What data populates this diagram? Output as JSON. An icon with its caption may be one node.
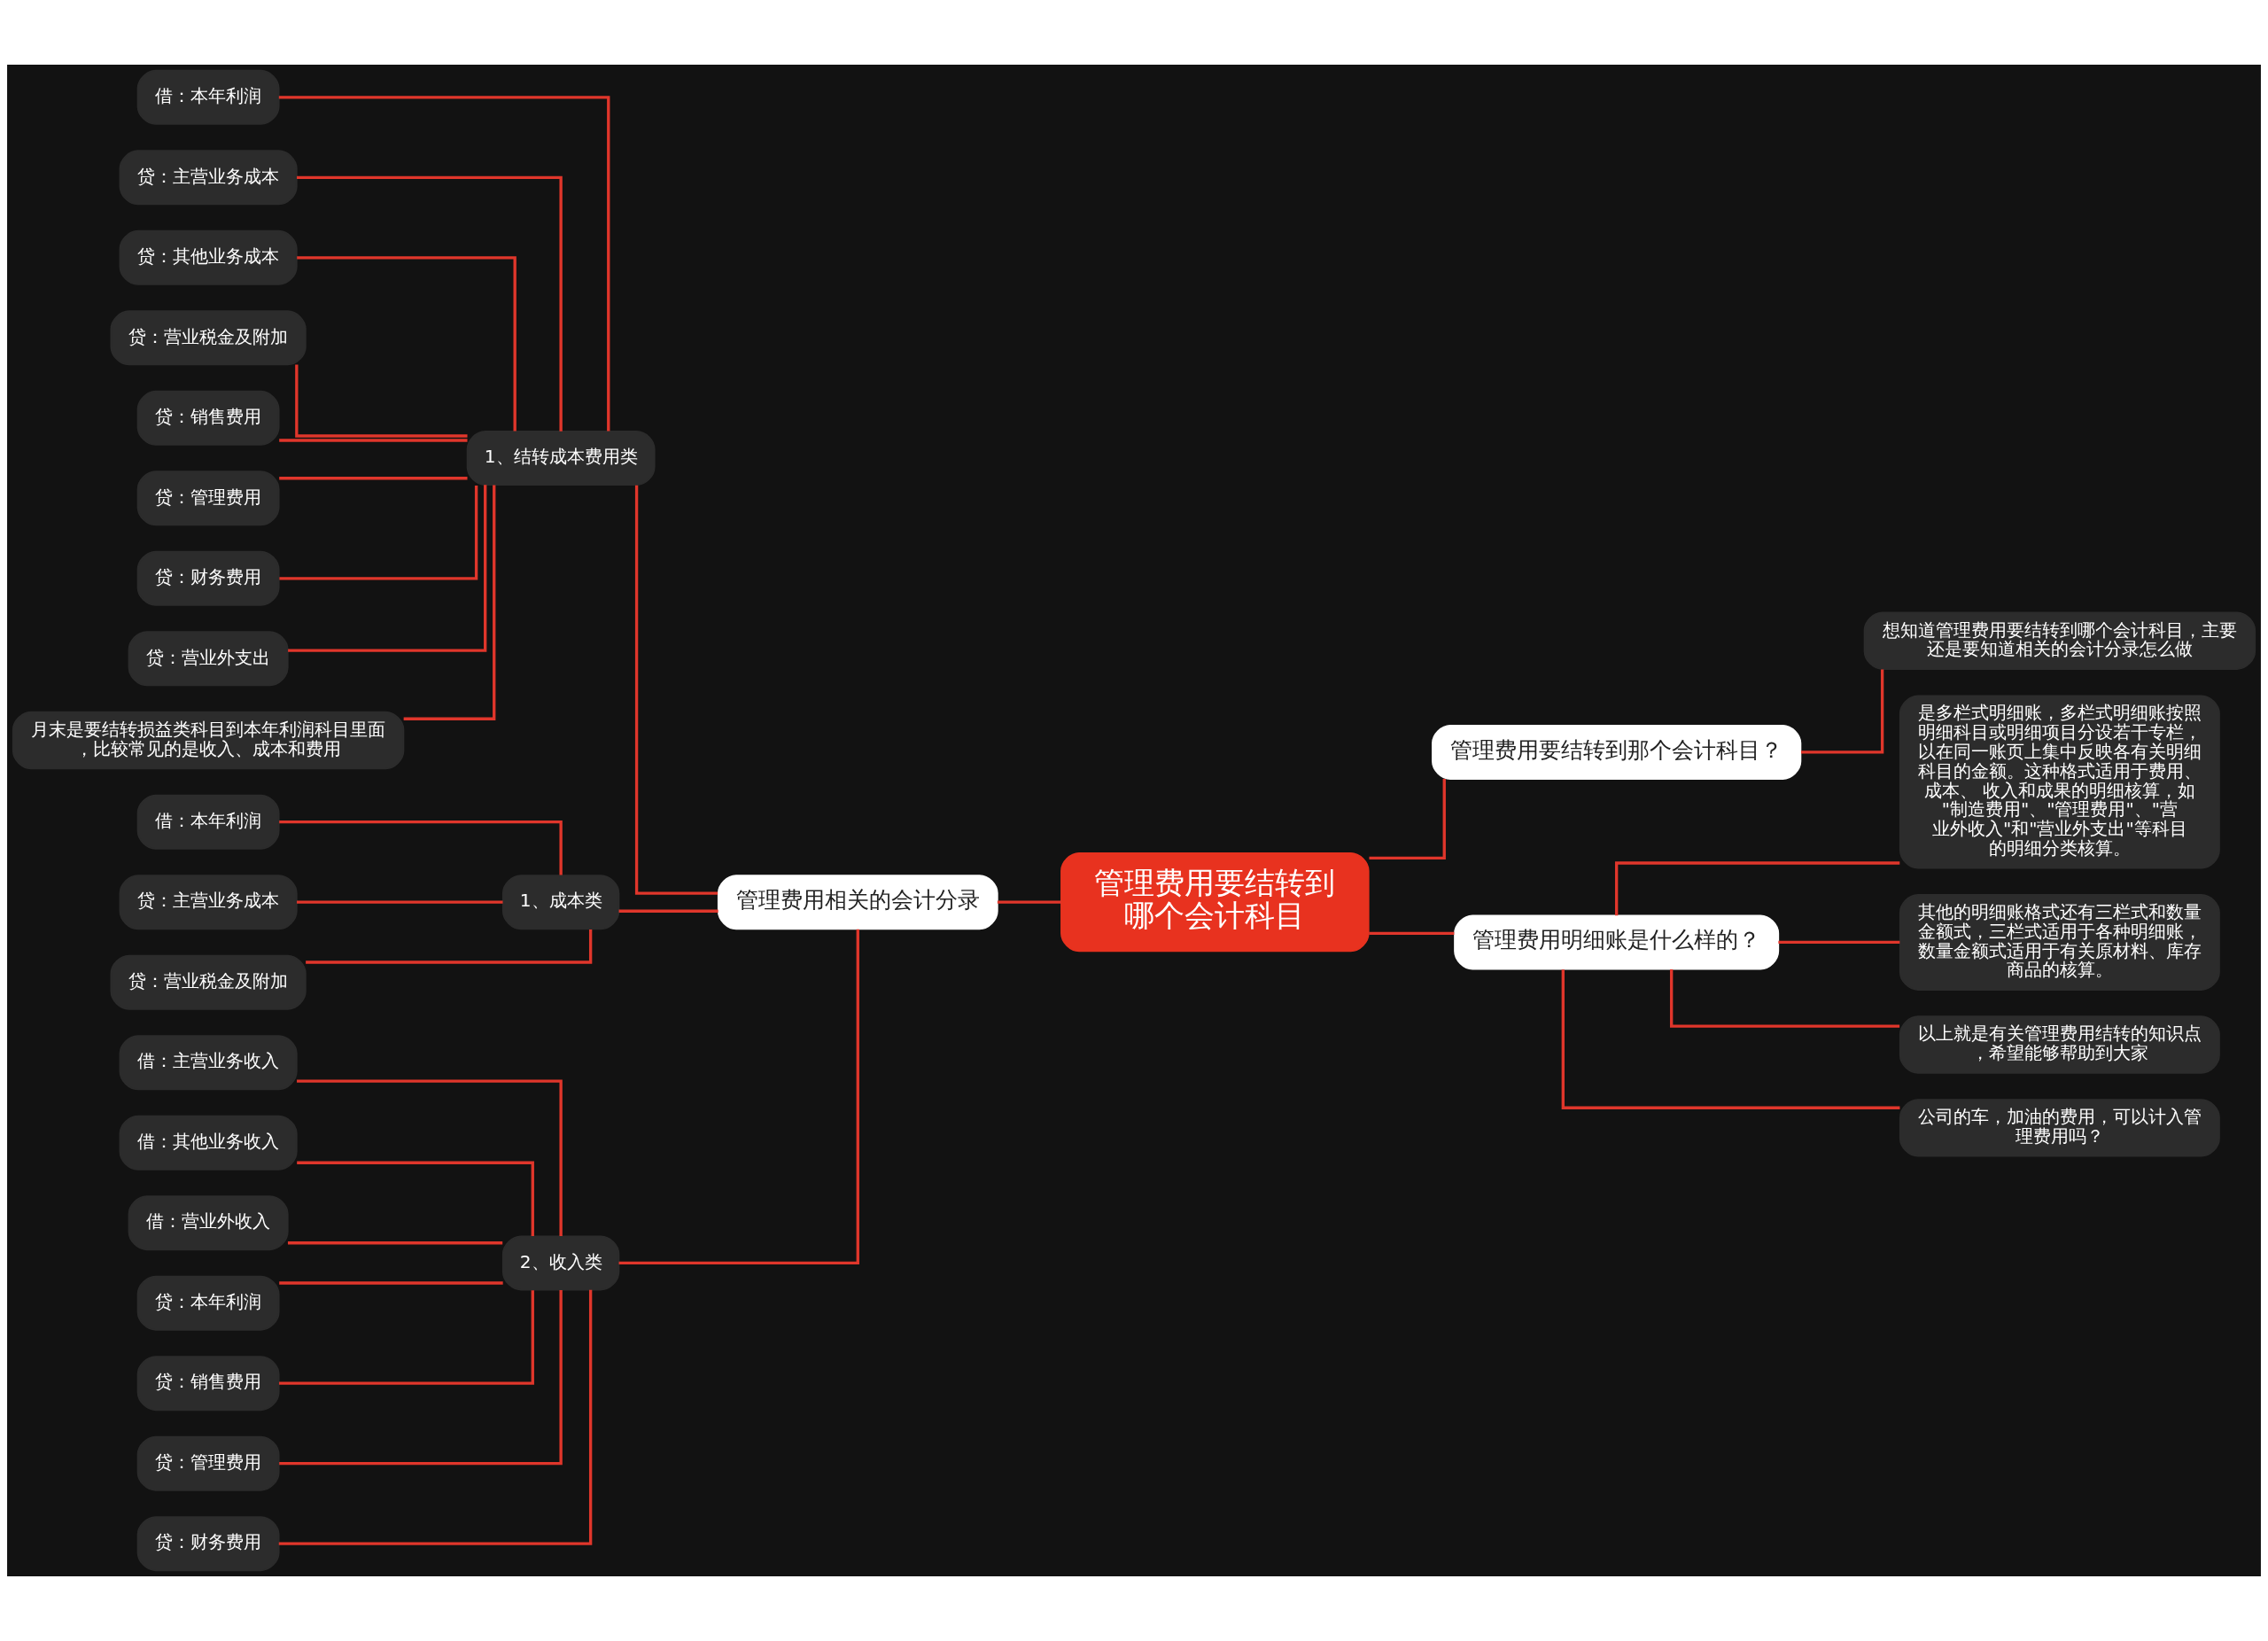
{
  "diagram": {
    "nodes": [
      {
        "text": [
          "管理费用要结转到哪个会计科目"
        ]
      },
      {
        "text": [
          "管理费用相关的会计分录"
        ]
      },
      {
        "text": [
          "1、结转成本费用类"
        ]
      },
      {
        "text": [
          "借：本年利润"
        ]
      },
      {
        "text": [
          "贷：主营业务成本"
        ]
      },
      {
        "text": [
          "贷：其他业务成本"
        ]
      },
      {
        "text": [
          "贷：营业税金及附加"
        ]
      },
      {
        "text": [
          "贷：销售费用"
        ]
      },
      {
        "text": [
          "贷：管理费用"
        ]
      },
      {
        "text": [
          "贷：财务费用"
        ]
      },
      {
        "text": [
          "贷：营业外支出"
        ]
      },
      {
        "text": [
          "月末是要结转损益类科目到本年利润科目里面，比较常见的是收入、成本和费用"
        ]
      },
      {
        "text": [
          "1、成本类"
        ]
      },
      {
        "text": [
          "借：本年利润"
        ]
      },
      {
        "text": [
          "贷：主营业务成本"
        ]
      },
      {
        "text": [
          "贷：营业税金及附加"
        ]
      },
      {
        "text": [
          "2、收入类"
        ]
      },
      {
        "text": [
          "借：主营业务收入"
        ]
      },
      {
        "text": [
          "借：其他业务收入"
        ]
      },
      {
        "text": [
          "借：营业外收入"
        ]
      },
      {
        "text": [
          "贷：本年利润"
        ]
      },
      {
        "text": [
          "贷：销售费用"
        ]
      },
      {
        "text": [
          "贷：管理费用"
        ]
      },
      {
        "text": [
          "贷：财务费用"
        ]
      },
      {
        "text": [
          "管理费用要结转到那个会计科目？"
        ]
      },
      {
        "text": [
          "想知道管理费用要结转到哪个会计科目，主要还是要知道相关的会计分录怎么做"
        ]
      },
      {
        "text": [
          "管理费用明细账是什么样的？"
        ]
      },
      {
        "text": [
          "是多栏式明细账，多栏式明细账按照明细科目或明细项目分设若干专栏，以在同一账页上集中反映各有关明细科目的金额。这种格式适用于费用、成本、 收入和成果的明细核算，如\"制造费用\"、\"管理费用\"、\"营业外收入\"和\"营业外支出\"等科目的明细分类核算。"
        ]
      },
      {
        "text": [
          "其他的明细账格式还有三栏式和数量金额式，三栏式适用于各种明细账，数量金额式适用于有关原材料、库存商品的核算。"
        ]
      },
      {
        "text": [
          "以上就是有关管理费用结转的知识点，希望能够帮助到大家"
        ]
      },
      {
        "text": [
          "公司的车，加油的费用，可以计入管理费用吗？"
        ]
      }
    ],
    "edges": [
      {
        "from": 0,
        "to": 1,
        "arrow": "none"
      },
      {
        "from": 1,
        "to": 2,
        "arrow": "none"
      },
      {
        "from": 2,
        "to": 3,
        "arrow": "none"
      },
      {
        "from": 2,
        "to": 4,
        "arrow": "none"
      },
      {
        "from": 2,
        "to": 5,
        "arrow": "none"
      },
      {
        "from": 2,
        "to": 6,
        "arrow": "none"
      },
      {
        "from": 2,
        "to": 7,
        "arrow": "none"
      },
      {
        "from": 2,
        "to": 8,
        "arrow": "none"
      },
      {
        "from": 2,
        "to": 9,
        "arrow": "none"
      },
      {
        "from": 2,
        "to": 10,
        "arrow": "none"
      },
      {
        "from": 2,
        "to": 11,
        "arrow": "none"
      },
      {
        "from": 1,
        "to": 12,
        "arrow": "none"
      },
      {
        "from": 12,
        "to": 13,
        "arrow": "none"
      },
      {
        "from": 12,
        "to": 14,
        "arrow": "none"
      },
      {
        "from": 12,
        "to": 15,
        "arrow": "none"
      },
      {
        "from": 1,
        "to": 16,
        "arrow": "none"
      },
      {
        "from": 16,
        "to": 17,
        "arrow": "none"
      },
      {
        "from": 16,
        "to": 18,
        "arrow": "none"
      },
      {
        "from": 16,
        "to": 19,
        "arrow": "none"
      },
      {
        "from": 16,
        "to": 20,
        "arrow": "none"
      },
      {
        "from": 16,
        "to": 21,
        "arrow": "none"
      },
      {
        "from": 16,
        "to": 22,
        "arrow": "none"
      },
      {
        "from": 16,
        "to": 23,
        "arrow": "none"
      },
      {
        "from": 0,
        "to": 24,
        "arrow": "none"
      },
      {
        "from": 24,
        "to": 25,
        "arrow": "none"
      },
      {
        "from": 0,
        "to": 26,
        "arrow": "none"
      },
      {
        "from": 26,
        "to": 27,
        "arrow": "none"
      },
      {
        "from": 26,
        "to": 28,
        "arrow": "none"
      },
      {
        "from": 26,
        "to": 29,
        "arrow": "none"
      },
      {
        "from": 26,
        "to": 30,
        "arrow": "none"
      }
    ]
  }
}
